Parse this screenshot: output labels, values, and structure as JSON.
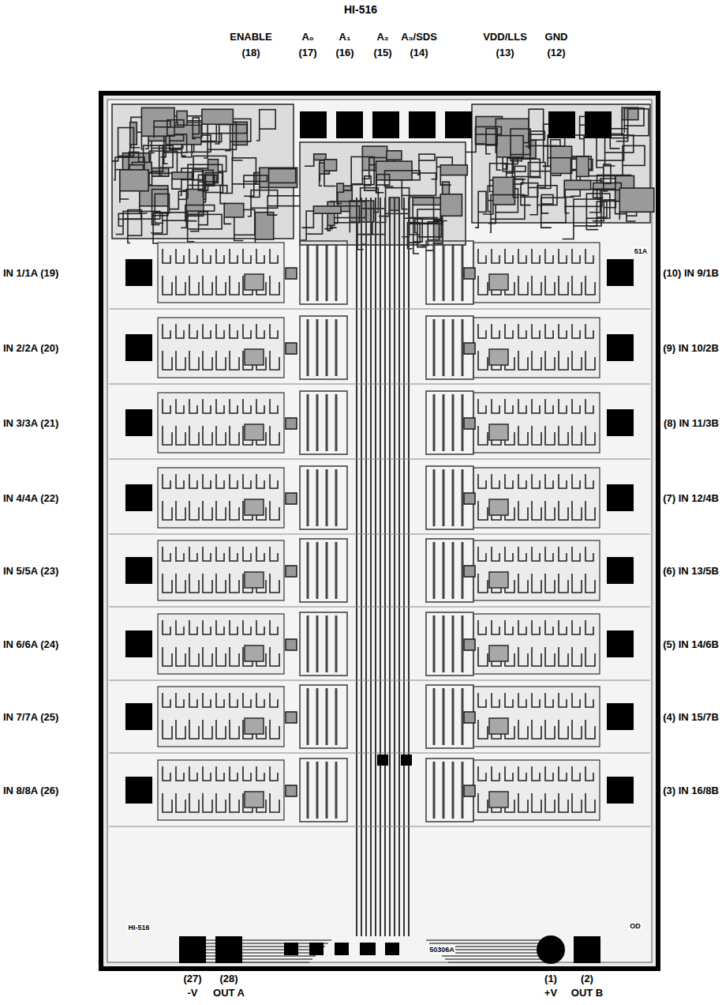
{
  "diagram": {
    "title": "HI-516",
    "labels": [
      "ENABLE",
      "(18)",
      "A₀",
      "(17)",
      "A₁",
      "(16)",
      "A₂",
      "(15)",
      "A₃/SDS",
      "(14)",
      "VDD/LLS",
      "(13)",
      "GND",
      "(12)",
      "IN 1/1A (19)",
      "IN 2/2A (20)",
      "IN 3/3A (21)",
      "IN 4/4A (22)",
      "IN 5/5A (23)",
      "IN 6/6A (24)",
      "IN 7/7A (25)",
      "IN 8/8A (26)",
      "(10) IN 9/1B",
      "(9) IN 10/2B",
      "(8) IN 11/3B",
      "(7) IN 12/4B",
      "(6) IN 13/5B",
      "(5) IN 14/6B",
      "(4) IN 15/7B",
      "(3) IN 16/8B",
      "(27)",
      "-V",
      "(28)",
      "OUT A",
      "(1)",
      "+V",
      "(2)",
      "OUT B",
      "HI-516",
      "50306A",
      "51A",
      "OD"
    ]
  }
}
